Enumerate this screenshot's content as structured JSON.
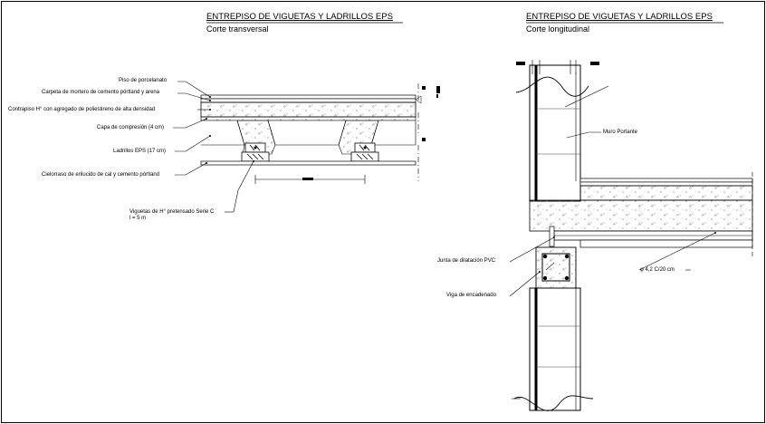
{
  "left": {
    "title": "ENTREPISO DE VIGUETAS Y LADRILLOS EPS",
    "subtitle": "Corte transversal",
    "labels": {
      "piso": "Piso de porcelanato",
      "carpeta": "Carpeta de mortero de cemento pórtland y arena",
      "contrapiso": "Contrapiso H° con agregado de poliestireno de alta densidad",
      "capa": "Capa de compresión (4 cm)",
      "ladrillos": "Ladrillos EPS (17 cm)",
      "cielorraso": "Cielorraso de enlucido de cal y cemento pórtland",
      "viguetas_line1": "Viguetas de H° pretensado Serie C",
      "viguetas_line2": "l = 5 m"
    }
  },
  "right": {
    "title": "ENTREPISO DE VIGUETAS Y LADRILLOS EPS",
    "subtitle": "Corte longitudinal",
    "labels": {
      "muro": "Muro Portante",
      "junta": "Junta de dilatación PVC",
      "viga": "Viga de encadenado",
      "armadura": "φ 4,2 C/20 cm"
    }
  },
  "colors": {
    "ink": "#000000",
    "paper": "#ffffff",
    "hatch": "#555555"
  }
}
